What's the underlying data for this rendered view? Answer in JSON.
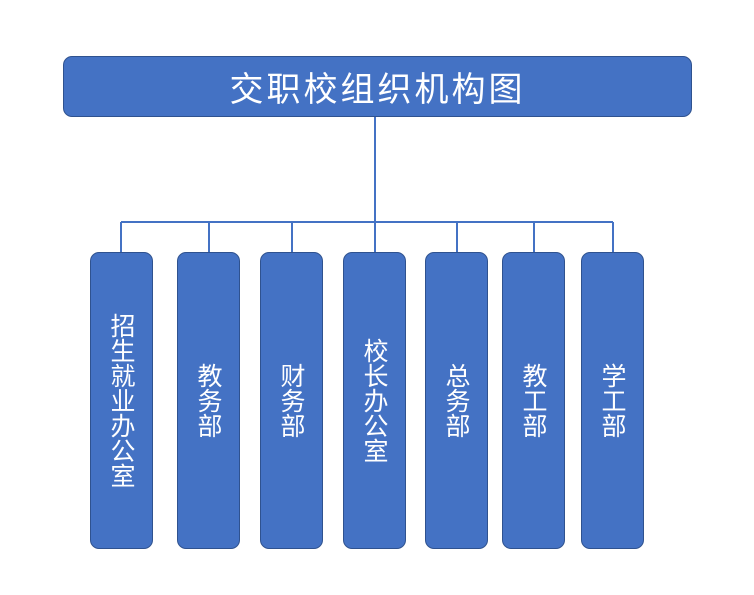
{
  "root": {
    "label": "交职校组织机构图"
  },
  "children": [
    {
      "label": "招生就业办公室"
    },
    {
      "label": "教务部"
    },
    {
      "label": "财务部"
    },
    {
      "label": "校长办公室"
    },
    {
      "label": "总务部"
    },
    {
      "label": "教工部"
    },
    {
      "label": "学工部"
    }
  ],
  "colors": {
    "box_fill": "#4472c4",
    "box_border": "#2f528f",
    "connector": "#4472c4",
    "text": "#ffffff"
  }
}
